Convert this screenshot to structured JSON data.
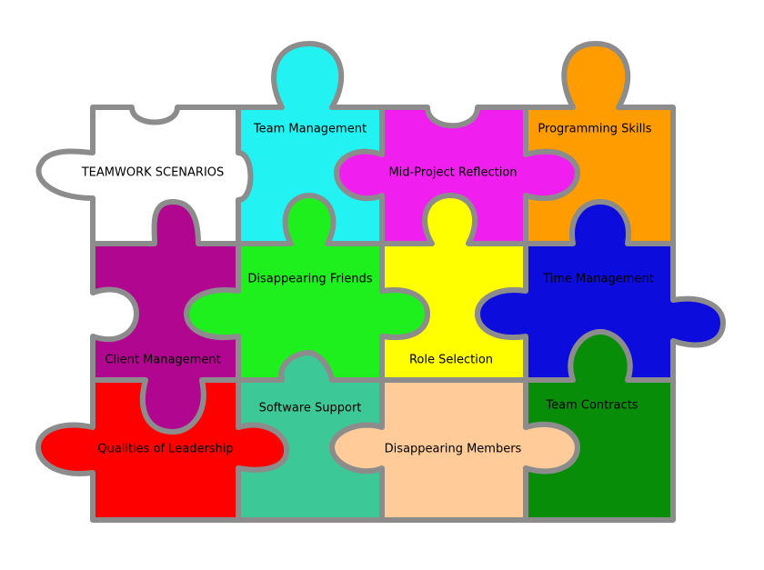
{
  "pieces": [
    {
      "id": "teamwork-scenarios",
      "label": "TEAMWORK SCENARIOS",
      "color": "#ffffff"
    },
    {
      "id": "team-management",
      "label": "Team Management",
      "color": "#22f2f2"
    },
    {
      "id": "mid-project-reflection",
      "label": "Mid-Project Reflection",
      "color": "#f01ff0"
    },
    {
      "id": "programming-skills",
      "label": "Programming Skills",
      "color": "#ff9c00"
    },
    {
      "id": "client-management",
      "label": "Client Management",
      "color": "#b1068f"
    },
    {
      "id": "disappearing-friends",
      "label": "Disappearing Friends",
      "color": "#1ef01e"
    },
    {
      "id": "role-selection",
      "label": "Role Selection",
      "color": "#ffff00"
    },
    {
      "id": "time-management",
      "label": "Time Management",
      "color": "#0c0cdc"
    },
    {
      "id": "qualities-of-leadership",
      "label": "Qualities of Leadership",
      "color": "#ff0000"
    },
    {
      "id": "software-support",
      "label": "Software Support",
      "color": "#3cc997"
    },
    {
      "id": "disappearing-members",
      "label": "Disappearing Members",
      "color": "#ffcc99"
    },
    {
      "id": "team-contracts",
      "label": "Team Contracts",
      "color": "#078d07"
    }
  ]
}
